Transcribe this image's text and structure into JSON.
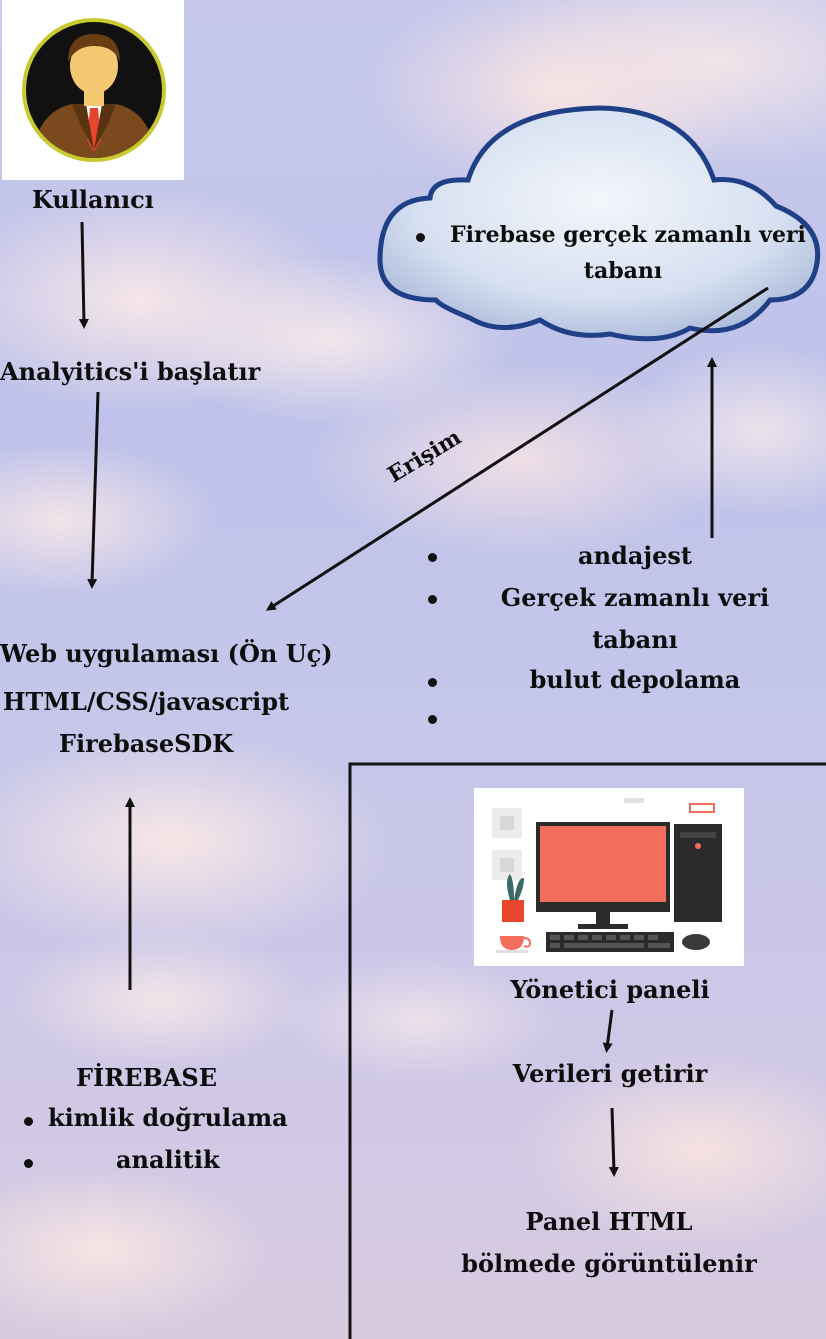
{
  "user": {
    "label": "Kullanıcı"
  },
  "analytics": {
    "label": "Analyitics'i başlatır"
  },
  "web_app": {
    "title": "Web uygulaması (Ön Uç)",
    "line2": "HTML/CSS/javascript",
    "line3": "FirebaseSDK"
  },
  "firebase_box": {
    "title": "FİREBASE",
    "items": [
      "kimlik doğrulama",
      "analitik"
    ]
  },
  "cloud": {
    "item_line1": "Firebase gerçek zamanlı veri",
    "item_line2": "tabanı"
  },
  "access": {
    "label": "Erişim"
  },
  "services": {
    "line1": "andajest",
    "line2": "Gerçek zamanlı veri",
    "line3": "tabanı",
    "line4": "bulut depolama"
  },
  "admin": {
    "panel_label": "Yönetici paneli",
    "fetch_label": "Verileri getirir",
    "display_line1": "Panel HTML",
    "display_line2": "bölmede görüntülenir"
  },
  "colors": {
    "cloud_fill": "#dde6f4",
    "cloud_stroke": "#1f3f86",
    "screen": "#f46e5e",
    "tie": "#e8452c",
    "avatar_ring": "#c9c930"
  }
}
